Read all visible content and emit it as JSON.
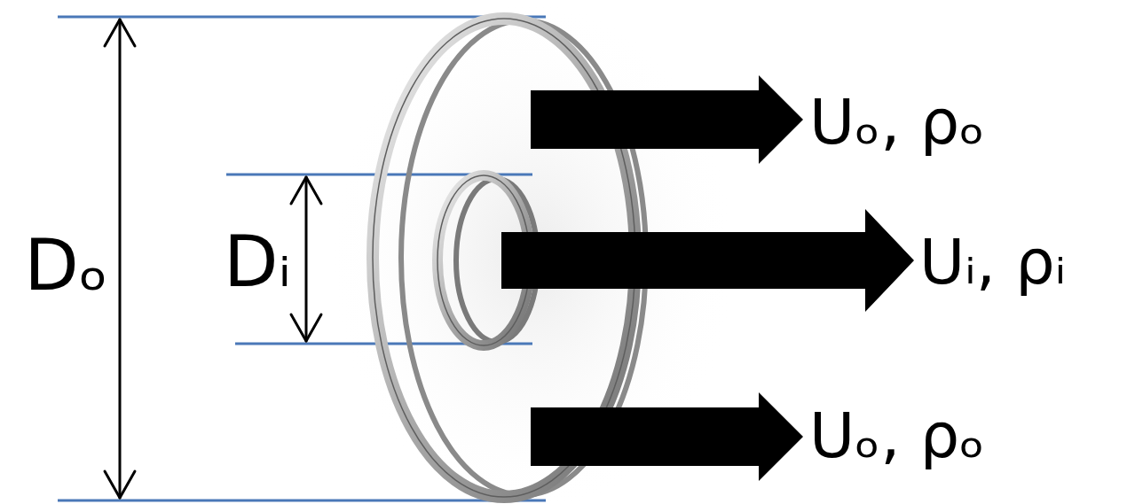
{
  "diagram": {
    "labels": [
      "Dₒ",
      "Dᵢ",
      "Uₒ, ρₒ",
      "Uᵢ, ρᵢ",
      "Uₒ, ρₒ"
    ]
  }
}
